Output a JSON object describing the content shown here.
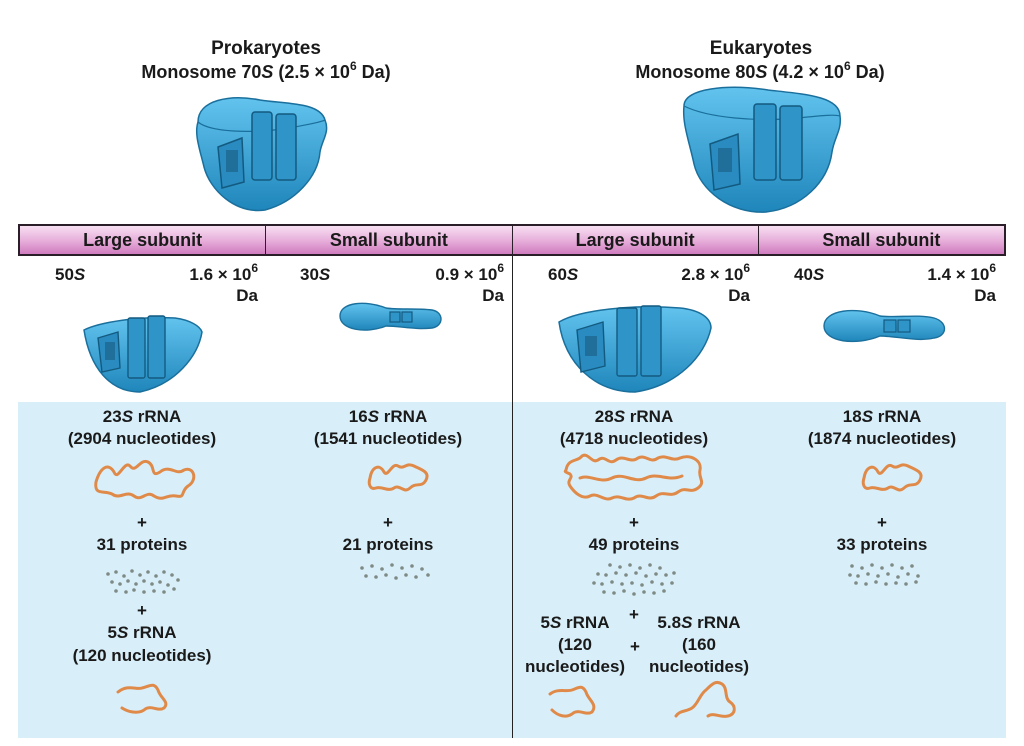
{
  "prokaryotes": {
    "title": "Prokaryotes",
    "monosome_label": "Monosome 70",
    "monosome_s": "S",
    "monosome_mass_pre": " (2.5 × 10",
    "monosome_exp": "6",
    "monosome_mass_post": " Da)"
  },
  "eukaryotes": {
    "title": "Eukaryotes",
    "monosome_label": "Monosome 80",
    "monosome_s": "S",
    "monosome_mass_pre": " (4.2 × 10",
    "monosome_exp": "6",
    "monosome_mass_post": " Da)"
  },
  "headers": [
    "Large subunit",
    "Small subunit",
    "Large subunit",
    "Small subunit"
  ],
  "subunits": [
    {
      "svalue": "50",
      "s": "S",
      "mass": "1.6 × 10",
      "exp": "6",
      "unit": "Da"
    },
    {
      "svalue": "30",
      "s": "S",
      "mass": "0.9 × 10",
      "exp": "6",
      "unit": "Da"
    },
    {
      "svalue": "60",
      "s": "S",
      "mass": "2.8 × 10",
      "exp": "6",
      "unit": "Da"
    },
    {
      "svalue": "40",
      "s": "S",
      "mass": "1.4 × 10",
      "exp": "6",
      "unit": "Da"
    }
  ],
  "components": {
    "p_large": {
      "rrna_num": "23",
      "rrna_s": "S",
      "rrna_name": " rRNA",
      "rrna_nt": "(2904 nucleotides)",
      "plus1": "+",
      "proteins": "31 proteins",
      "plus2": "+",
      "rrna2_num": "5",
      "rrna2_s": "S",
      "rrna2_name": " rRNA",
      "rrna2_nt": "(120 nucleotides)"
    },
    "p_small": {
      "rrna_num": "16",
      "rrna_s": "S",
      "rrna_name": " rRNA",
      "rrna_nt": "(1541 nucleotides)",
      "plus1": "+",
      "proteins": "21 proteins"
    },
    "e_large": {
      "rrna_num": "28",
      "rrna_s": "S",
      "rrna_name": " rRNA",
      "rrna_nt": "(4718 nucleotides)",
      "plus1": "+",
      "proteins": "49 proteins",
      "rrna2_num": "5",
      "rrna2_s": "S",
      "rrna2_name": " rRNA",
      "rrna2_nt_a": "(120",
      "rrna2_nt_b": "nucleotides)",
      "plus2": "+",
      "plus3": "+",
      "rrna3_num": "5.8",
      "rrna3_s": "S",
      "rrna3_name": " rRNA",
      "rrna3_nt_a": "(160",
      "rrna3_nt_b": "nucleotides)"
    },
    "e_small": {
      "rrna_num": "18",
      "rrna_s": "S",
      "rrna_name": " rRNA",
      "rrna_nt": "(1874 nucleotides)",
      "plus1": "+",
      "proteins": "33 proteins"
    }
  },
  "colors": {
    "ribosome": "#3aa7d8",
    "rrna_strand": "#e08a4a",
    "protein_dots": "#7f8a85",
    "panel_bg": "#d8effa"
  }
}
